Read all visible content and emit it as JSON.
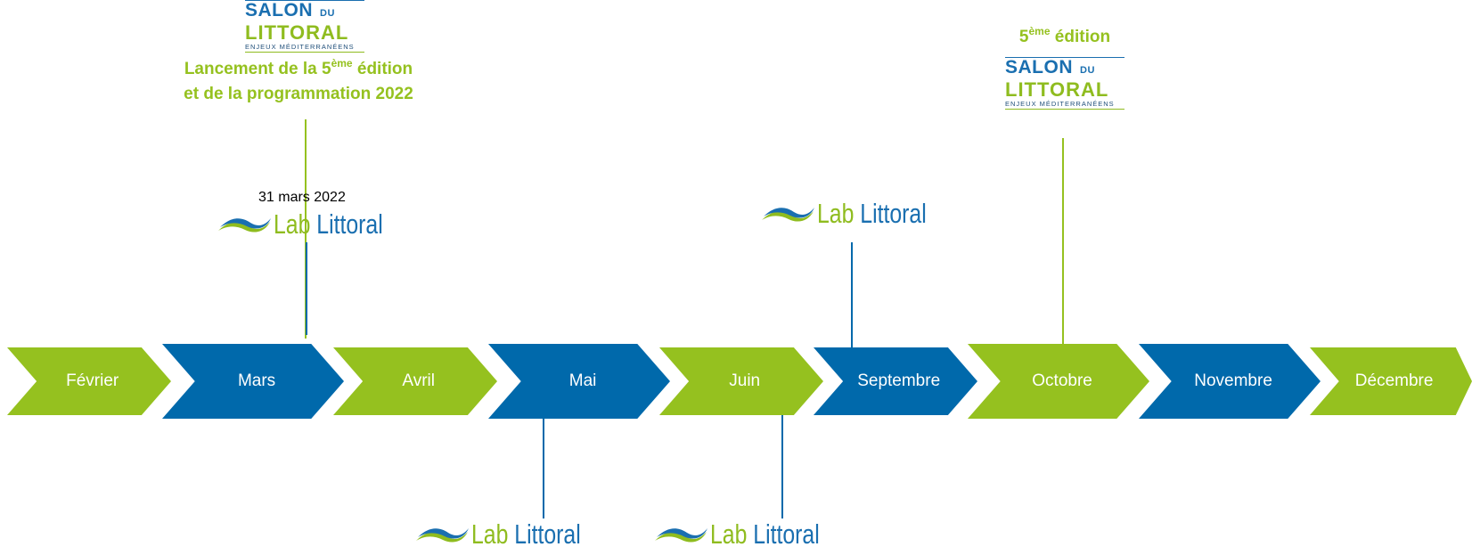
{
  "colors": {
    "green": "#95c11f",
    "blue": "#0069ab",
    "logo_blue": "#1a6fb0",
    "logo_green": "#8fbc1f"
  },
  "months": [
    {
      "label": "Février",
      "color": "green",
      "size": "small"
    },
    {
      "label": "Mars",
      "color": "blue",
      "size": "big"
    },
    {
      "label": "Avril",
      "color": "green",
      "size": "small"
    },
    {
      "label": "Mai",
      "color": "blue",
      "size": "big"
    },
    {
      "label": "Juin",
      "color": "green",
      "size": "small"
    },
    {
      "label": "Septembre",
      "color": "blue",
      "size": "small"
    },
    {
      "label": "Octobre",
      "color": "green",
      "size": "big"
    },
    {
      "label": "Novembre",
      "color": "blue",
      "size": "big"
    },
    {
      "label": "Décembre",
      "color": "green",
      "size": "small"
    }
  ],
  "salon_logo": {
    "line1": "SALON",
    "du": "DU",
    "line2": "LITTORAL",
    "line3": "ENJEUX MÉDITERRANÉENS"
  },
  "lab_logo": {
    "word1": "Lab",
    "word2": "Littoral"
  },
  "launch_event": {
    "line1_prefix": "Lancement de la 5",
    "line1_sup": "ème",
    "line1_suffix": " édition",
    "line2": "et de la programmation 2022"
  },
  "edition_event": {
    "prefix": "5",
    "sup": "ème",
    "suffix": " édition"
  },
  "march_date": "31 mars 2022"
}
